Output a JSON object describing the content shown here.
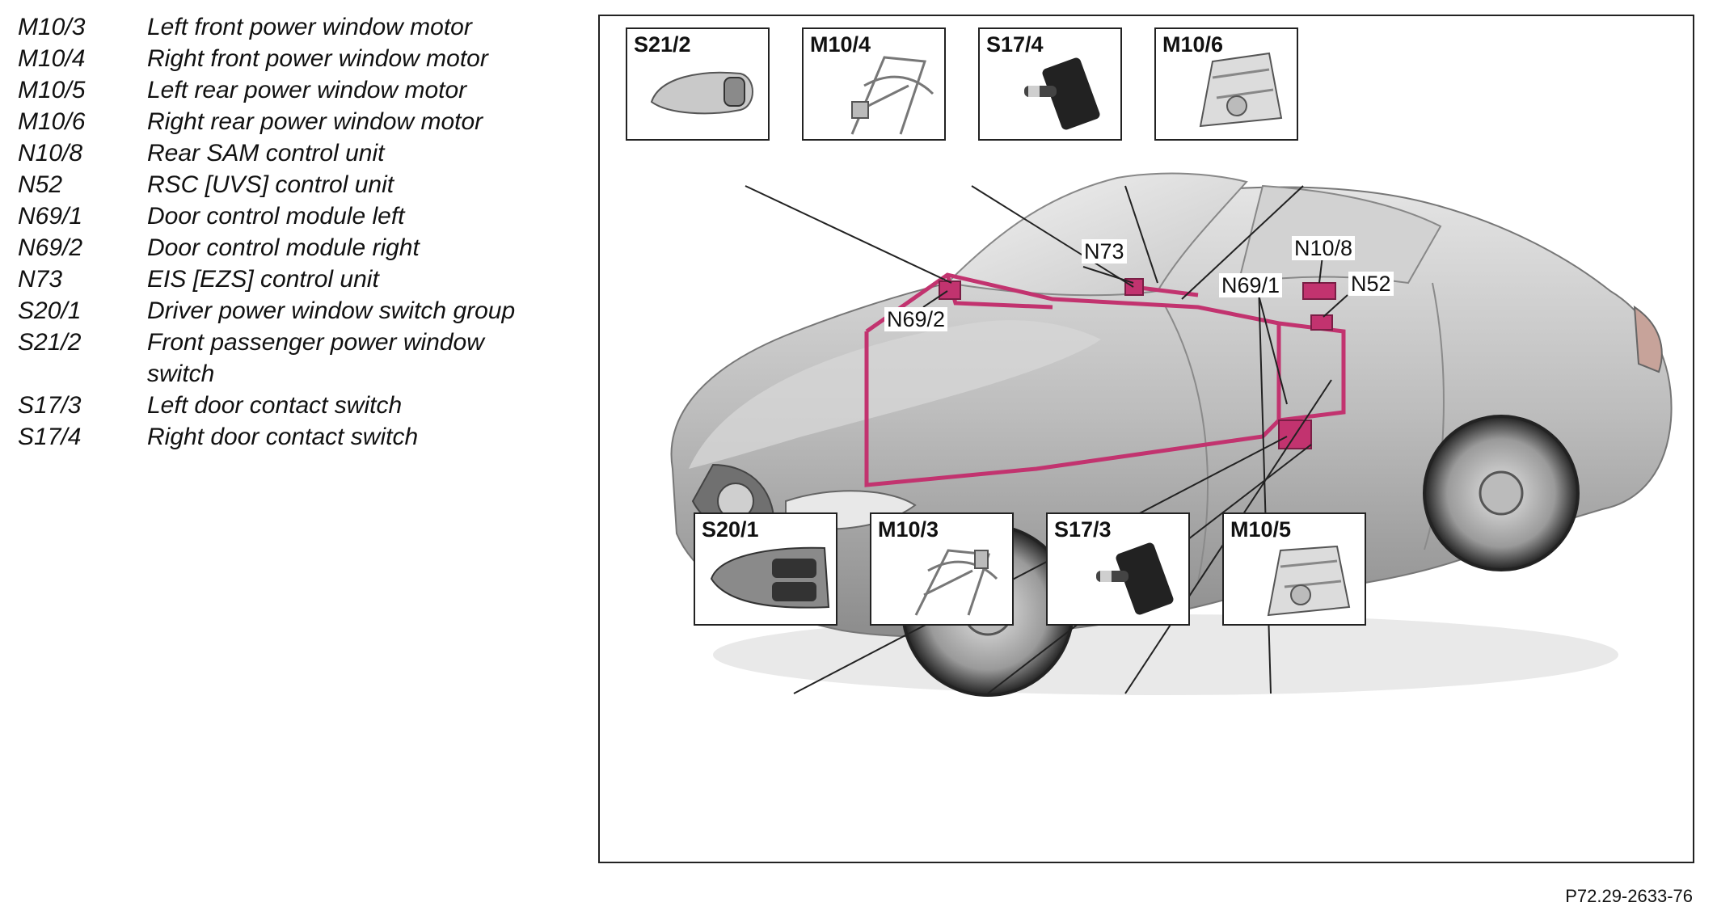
{
  "legend": [
    {
      "code": "M10/3",
      "desc": "Left front power window motor"
    },
    {
      "code": "M10/4",
      "desc": "Right front power window motor"
    },
    {
      "code": "M10/5",
      "desc": "Left rear power window motor"
    },
    {
      "code": "M10/6",
      "desc": "Right rear power window motor"
    },
    {
      "code": "N10/8",
      "desc": "Rear SAM control unit"
    },
    {
      "code": "N52",
      "desc": "RSC [UVS] control unit"
    },
    {
      "code": "N69/1",
      "desc": "Door control module left"
    },
    {
      "code": "N69/2",
      "desc": "Door control module right"
    },
    {
      "code": "N73",
      "desc": "EIS [EZS] control unit"
    },
    {
      "code": "S20/1",
      "desc": "Driver power window switch group"
    },
    {
      "code": "S21/2",
      "desc": "Front passenger power window switch"
    },
    {
      "code": "S17/3",
      "desc": "Left door contact switch"
    },
    {
      "code": "S17/4",
      "desc": "Right door contact switch"
    }
  ],
  "boxes": {
    "s21_2": "S21/2",
    "m10_4": "M10/4",
    "s17_4": "S17/4",
    "m10_6": "M10/6",
    "s20_1": "S20/1",
    "m10_3": "M10/3",
    "s17_3": "S17/3",
    "m10_5": "M10/5"
  },
  "callouts": {
    "n73": "N73",
    "n10_8": "N10/8",
    "n69_1": "N69/1",
    "n52": "N52",
    "n69_2": "N69/2"
  },
  "reference": "P72.29-2633-76",
  "colors": {
    "wiring": "#c2336f",
    "car_body": "#b9b9b9",
    "line": "#222222"
  }
}
